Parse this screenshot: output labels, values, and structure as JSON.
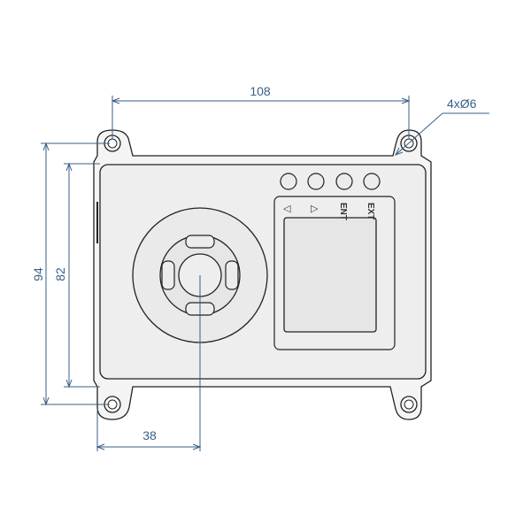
{
  "dimensions": {
    "width_label": "108",
    "height_outer_label": "94",
    "height_inner_label": "82",
    "offset_label": "38",
    "holes_label": "4xØ6"
  },
  "panel_buttons": {
    "left_arrow": "◁",
    "right_arrow": "▷",
    "enter_label": "ENT",
    "exit_label": "EXT"
  },
  "colors": {
    "dimension_line": "#3a5f86",
    "housing_fill": "#eeeeee",
    "outline": "#222222"
  }
}
